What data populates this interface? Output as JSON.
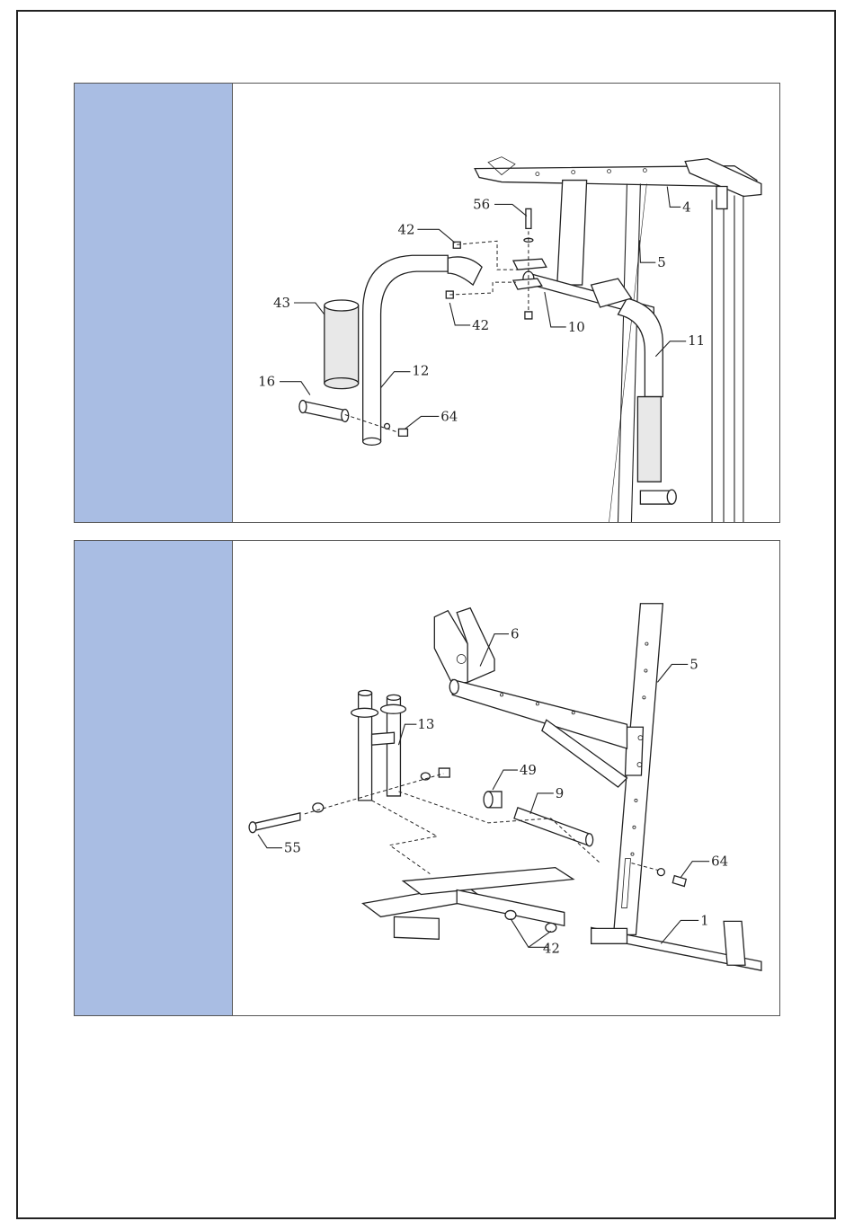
{
  "theme": {
    "sidebar_color": "#a9bde3",
    "border_color": "#222222"
  },
  "step_a": {
    "callouts": [
      "56",
      "42",
      "4",
      "5",
      "43",
      "42",
      "10",
      "11",
      "12",
      "16",
      "64"
    ]
  },
  "step_b": {
    "callouts": [
      "6",
      "5",
      "13",
      "49",
      "9",
      "55",
      "64",
      "1",
      "42"
    ]
  }
}
